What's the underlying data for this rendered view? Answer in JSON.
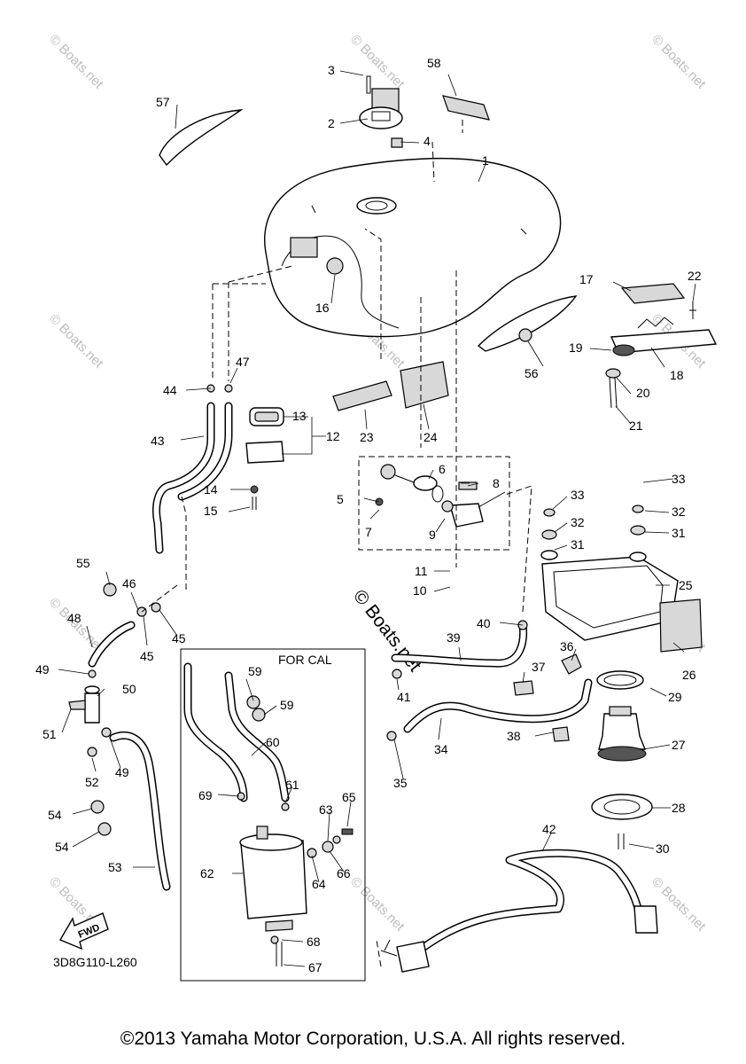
{
  "diagram": {
    "callouts": [
      "1",
      "2",
      "3",
      "4",
      "5",
      "6",
      "7",
      "8",
      "9",
      "10",
      "11",
      "12",
      "13",
      "14",
      "15",
      "16",
      "17",
      "18",
      "19",
      "20",
      "21",
      "22",
      "23",
      "24",
      "25",
      "26",
      "27",
      "28",
      "29",
      "30",
      "31",
      "32",
      "33",
      "34",
      "35",
      "36",
      "37",
      "38",
      "39",
      "40",
      "41",
      "42",
      "43",
      "44",
      "45",
      "46",
      "47",
      "48",
      "49",
      "50",
      "51",
      "52",
      "53",
      "54",
      "55",
      "56",
      "57",
      "58",
      "59",
      "60",
      "61",
      "62",
      "63",
      "64",
      "65",
      "66",
      "67",
      "68",
      "69"
    ],
    "inset_title": "FOR CAL",
    "fwd_label": "FWD",
    "drawing_code": "3D8G110-L260",
    "watermark": "© Boats.net",
    "center_watermark": "© Boats.net"
  },
  "copyright": "©2013 Yamaha Motor Corporation, U.S.A. All rights reserved."
}
